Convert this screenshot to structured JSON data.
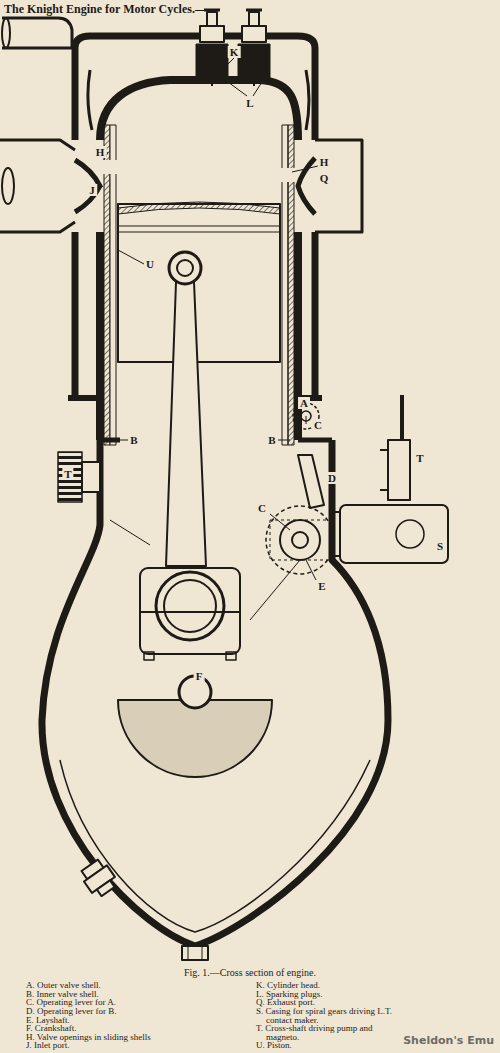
{
  "diagram": {
    "title": "The Knight Engine for Motor Cycles.—",
    "caption": "Fig. 1.—Cross section of engine.",
    "labels": [
      "K",
      "L",
      "H",
      "J",
      "H",
      "Q",
      "U",
      "A",
      "C",
      "B",
      "B",
      "D",
      "C",
      "T",
      "T",
      "S",
      "E",
      "F",
      "A. Outer valve shell.",
      "B. Inner valve shell.",
      "C. Operating lever for A.",
      "D. Operating lever for B.",
      "E. Layshaft.",
      "F. Crankshaft.",
      "H. Valve openings in sliding shells",
      "J. Inlet port.",
      "K. Cylinder head.",
      "L. Sparking plugs.",
      "Q. Exhaust port.",
      "S. Casing for spiral gears driving L.T. contact maker.",
      "T. Cross-shaft driving pump and magneto.",
      "U. Piston.",
      "Sheldon's Emu"
    ]
  }
}
